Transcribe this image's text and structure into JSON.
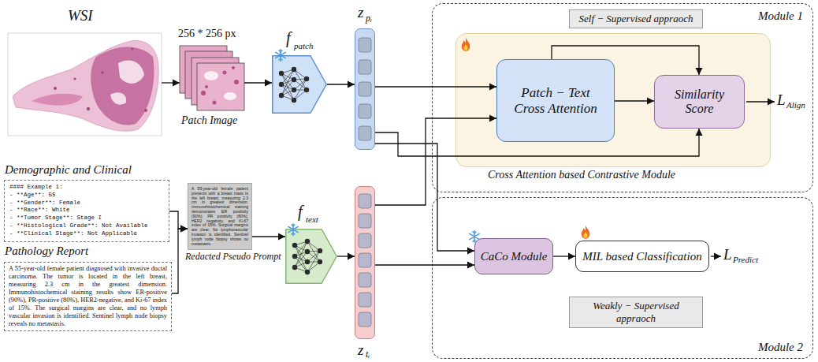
{
  "diagram": {
    "nodes": [
      {
        "text": [
          "WSI"
        ]
      },
      {
        "text": [
          "256 * 256 px",
          "Patch Image"
        ]
      },
      {
        "text": [
          "f",
          "patch"
        ]
      },
      {
        "text": [
          "z",
          "pᵢ"
        ]
      },
      {
        "text": [
          "Demographic and Clinical",
          "#### Example 1:",
          "- **Age**: 55",
          "- **Gender**: Female",
          "- **Race**: White",
          "- **Tumor Stage**: Stage I",
          "- **Histological Grade**: Not Available",
          "- **Clinical Stage**: Not Applicable"
        ]
      },
      {
        "text": [
          "Pathology Report",
          "A 55-year-old female patient diagnosed with invasive ductal carcinoma. The tumor is located in the left breast, measuring 2.3 cm in the greatest dimension. Immunohistochemical staining results show ER-positive (90%), PR-positive (80%), HER2-negative, and Ki-67 index of 15%. The surgical margins are clear, and no lymph vascular invasion is identified. Sentinel lymph node biopsy reveals no metastasis."
        ]
      },
      {
        "text": [
          "A 55-year-old female patient presents with a breast mass in the left breast, measuring 2.3 cm in greatest dimension. Immunohistochemical staining demonstrates ER positivity (90%), PR positivity (80%), HER2 negativity, and Ki-67 index of 15%. Surgical margins are clear. No lymphovascular invasion is identified. Sentinel lymph node biopsy shows no metastasis.",
          "Redacted Pseudo Prompt"
        ]
      },
      {
        "text": [
          "f",
          "text"
        ]
      },
      {
        "text": [
          "z",
          "tᵢ"
        ]
      },
      {
        "text": [
          "Module 1"
        ]
      },
      {
        "text": [
          "Self − Supervised appraoch"
        ],
        "in": 9
      },
      {
        "text": [
          "Cross Attention based Contrastive Module"
        ],
        "in": 9
      },
      {
        "text": [
          "Patch − Text Cross Attention"
        ],
        "in": 11
      },
      {
        "text": [
          "Similarity Score"
        ],
        "in": 11
      },
      {
        "text": [
          "Module 2"
        ]
      },
      {
        "text": [
          "CaCo Module"
        ],
        "in": 14
      },
      {
        "text": [
          "MIL based Classification"
        ],
        "in": 14
      },
      {
        "text": [
          "Weakly − Supervised appraoch"
        ],
        "in": 14
      }
    ],
    "edges": [
      {
        "from": 0,
        "to": 1,
        "arrow": "to"
      },
      {
        "from": 1,
        "to": 2,
        "arrow": "to"
      },
      {
        "from": 2,
        "to": 3,
        "arrow": "to"
      },
      {
        "from": 4,
        "to": 6,
        "arrow": "to"
      },
      {
        "from": 5,
        "to": 6,
        "arrow": "to"
      },
      {
        "from": 6,
        "to": 7,
        "arrow": "to"
      },
      {
        "from": 7,
        "to": 8,
        "arrow": "to"
      },
      {
        "from": 3,
        "to": 12,
        "arrow": "to"
      },
      {
        "from": 8,
        "to": 12,
        "arrow": "to"
      },
      {
        "from": 12,
        "to": 13,
        "arrow": "to"
      },
      {
        "from": 12,
        "to": 13,
        "arrow": "to"
      },
      {
        "from": 3,
        "to": 13,
        "arrow": "to"
      },
      {
        "from": 3,
        "to": 15,
        "arrow": "to"
      },
      {
        "from": 8,
        "to": 15,
        "arrow": "to"
      },
      {
        "from": 15,
        "to": 16,
        "arrow": "to"
      }
    ],
    "labels": [
      "L",
      "Align",
      "L",
      "Predict"
    ]
  }
}
